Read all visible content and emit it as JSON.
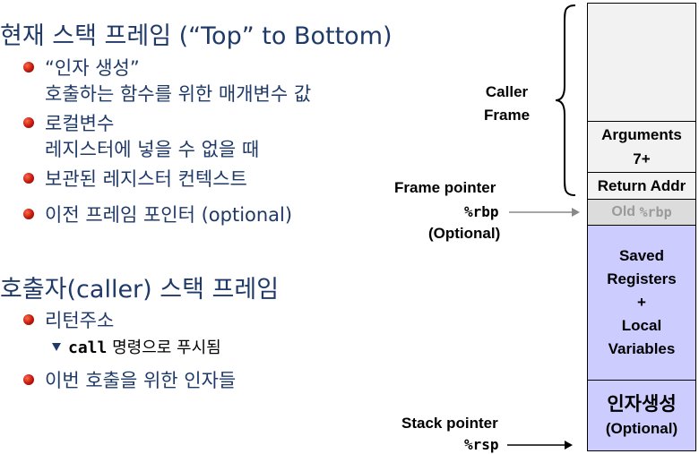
{
  "left": {
    "heading1": "현재 스택 프레임 (“Top” to Bottom)",
    "items1": [
      {
        "line1": "“인자 생성”",
        "line2": "호출하는 함수를 위한 매개변수 값"
      },
      {
        "line1": "로컬변수",
        "line2": "레지스터에 넣을 수 없을 때"
      },
      {
        "line1": "보관된 레지스터 컨텍스트"
      },
      {
        "line1": "이전 프레임 포인터 (optional)"
      }
    ],
    "heading2": "호출자(caller) 스택 프레임",
    "items2": [
      {
        "line1": "리턴주소"
      },
      {
        "line1": "이번 호출을 위한 인자들"
      }
    ],
    "sub_item": {
      "code": "call",
      "text": " 명령으로 푸시됨"
    }
  },
  "labels": {
    "caller_frame": "Caller\nFrame",
    "frame_pointer": "Frame pointer",
    "rbp": "%rbp",
    "optional": "(Optional)",
    "stack_pointer": "Stack pointer",
    "rsp": "%rsp"
  },
  "stack": {
    "arguments": "Arguments\n7+",
    "return_addr": "Return Addr",
    "old_rbp_text": "Old ",
    "old_rbp_reg": "%rbp",
    "saved": "Saved\nRegisters\n+\nLocal\nVariables",
    "args_build": "인자생성",
    "args_build_opt": "(Optional)"
  },
  "colors": {
    "text": "#1f3a68",
    "caller_box": "#f2f2f2",
    "old_rbp_box": "#dcdcdc",
    "current_frame": "#ccccff"
  }
}
